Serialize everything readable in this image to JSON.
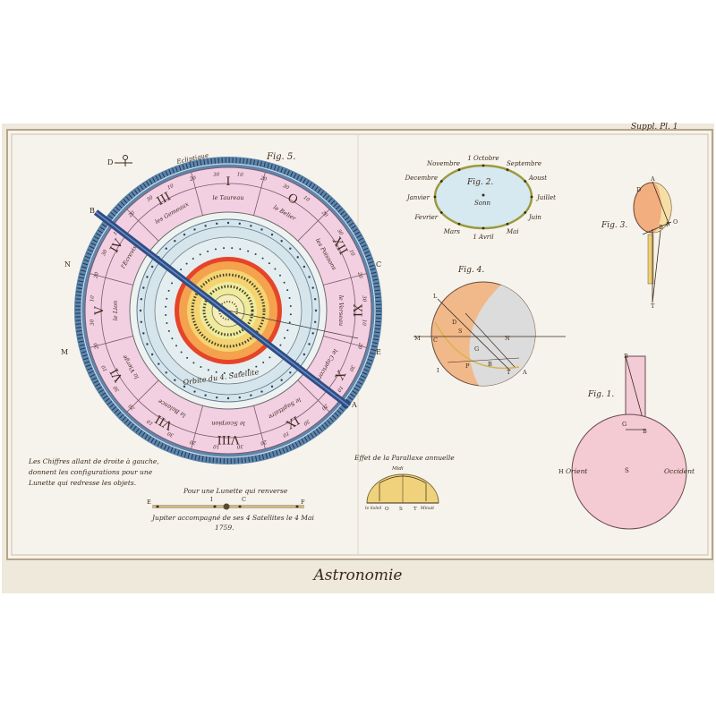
{
  "plate": {
    "title": "Astronomie",
    "corner_ref": "Suppl. Pl. 1",
    "colors": {
      "paper": "#f4f0e8",
      "border": "#b9a68b",
      "pink": "#f1cde2",
      "blue": "#6e95b8",
      "lightblue": "#d7e6ee",
      "orange": "#efb487",
      "yellow": "#f1d68a",
      "ink": "#3a2a1c",
      "red": "#d9452d"
    }
  },
  "fig5": {
    "label": "Fig. 5.",
    "ecliptic": "Ecliptique",
    "sun_symbol_label": "D",
    "zodiac": [
      {
        "numeral": "I",
        "name": "le Taureau"
      },
      {
        "numeral": "O",
        "name": "le Belier"
      },
      {
        "numeral": "XII",
        "name": "les Poissons"
      },
      {
        "numeral": "XI",
        "name": "le Verseau"
      },
      {
        "numeral": "X",
        "name": "le Capricorne"
      },
      {
        "numeral": "IX",
        "name": "le Sagittaire"
      },
      {
        "numeral": "VIII",
        "name": "le Scorpion"
      },
      {
        "numeral": "VII",
        "name": "la Balance"
      },
      {
        "numeral": "VI",
        "name": "la Vierge"
      },
      {
        "numeral": "V",
        "name": "le Lion"
      },
      {
        "numeral": "IV",
        "name": "l'Ecrevisse"
      },
      {
        "numeral": "III",
        "name": "les Gemeaux"
      }
    ],
    "header_names": {
      "gemeaux": "Gemeaux",
      "ecrevisse": "Ecrevisse"
    },
    "orbit_label": "Orbite du 4. Satellite",
    "marks": {
      "B": "B",
      "N": "N",
      "M": "M",
      "C": "C",
      "A": "A",
      "E": "E"
    }
  },
  "note_left": [
    "Les Chiffres allant de droite à gauche,",
    "donnent les configurations pour une",
    "Lunette qui redresse les objets."
  ],
  "scale": {
    "label": "Pour une Lunette qui renverse",
    "letters": {
      "e": "E",
      "i": "I",
      "c": "C",
      "f": "F"
    },
    "caption": [
      "Jupiter accompagné de ses 4 Satellites le 4 Mai",
      "1759."
    ]
  },
  "fig2": {
    "label": "Fig. 2.",
    "center": "Sonn",
    "months": [
      "1 Octobre",
      "Septembre",
      "Aoust",
      "Juillet",
      "Juin",
      "Mai",
      "1 Avril",
      "Mars",
      "Fevrier",
      "Janvier",
      "Decembre",
      "Novembre"
    ]
  },
  "fig3": {
    "label": "Fig. 3.",
    "letters": [
      "A",
      "D",
      "B",
      "F",
      "O",
      "T"
    ]
  },
  "fig4": {
    "label": "Fig. 4.",
    "letters": [
      "L",
      "D",
      "M",
      "C",
      "S",
      "G",
      "N",
      "B",
      "P",
      "A",
      "I",
      "T"
    ]
  },
  "fig1": {
    "label": "Fig. 1.",
    "left": "Orient",
    "right": "Occident",
    "center": "S",
    "letters": [
      "H",
      "G",
      "B",
      "R"
    ]
  },
  "parallax": {
    "label": "Effet de la Parallaxe annuelle",
    "top": "Midi",
    "letters": [
      "O",
      "S",
      "T"
    ],
    "left": "le Soleil",
    "right": "Minuit"
  }
}
